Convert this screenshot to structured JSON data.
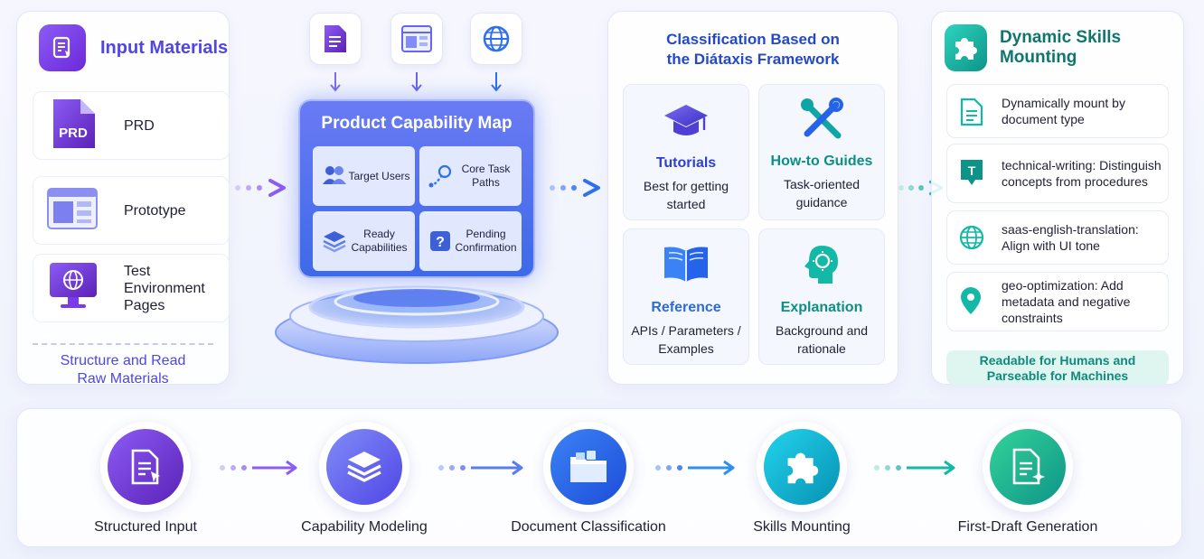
{
  "input_materials": {
    "title": "Input Materials",
    "items": [
      {
        "label": "PRD",
        "icon": "prd-doc-icon",
        "badge": "PRD"
      },
      {
        "label": "Prototype",
        "icon": "prototype-wireframe-icon"
      },
      {
        "label": "Test Environment Pages",
        "icon": "globe-monitor-icon"
      }
    ],
    "footer": "Structure and Read Raw Materials"
  },
  "capability_map": {
    "title": "Product Capability Map",
    "top_icons": [
      "document-icon",
      "browser-window-icon",
      "globe-icon"
    ],
    "cells": [
      {
        "label": "Target Users",
        "icon": "users-icon"
      },
      {
        "label": "Core Task Paths",
        "icon": "path-icon"
      },
      {
        "label": "Ready Capabilities",
        "icon": "layers-icon"
      },
      {
        "label": "Pending Confirmation",
        "icon": "question-icon"
      }
    ]
  },
  "classification": {
    "title": "Classification Based on the Diátaxis Framework",
    "quadrants": [
      {
        "title": "Tutorials",
        "desc": "Best for getting started",
        "color": "#2d3fd0",
        "icon": "graduation-cap-icon"
      },
      {
        "title": "How-to Guides",
        "desc": "Task-oriented guidance",
        "color": "#0d8f83",
        "icon": "tools-icon"
      },
      {
        "title": "Reference",
        "desc": "APIs / Parameters / Examples",
        "color": "#2d6bd6",
        "icon": "book-icon"
      },
      {
        "title": "Explanation",
        "desc": "Background and rationale",
        "color": "#0d8f83",
        "icon": "head-lightbulb-icon"
      }
    ]
  },
  "skills": {
    "title": "Dynamic Skills Mounting",
    "items": [
      {
        "label": "Dynamically mount by document type",
        "icon": "document-icon"
      },
      {
        "label": "technical-writing: Distinguish concepts from procedures",
        "icon": "t-badge-icon",
        "badge": "T"
      },
      {
        "label": "saas-english-translation: Align with UI tone",
        "icon": "globe-icon"
      },
      {
        "label": "geo-optimization: Add metadata and negative constraints",
        "icon": "location-pin-icon"
      }
    ],
    "footer": "Readable for Humans and Parseable for Machines"
  },
  "pipeline": {
    "steps": [
      {
        "label": "Structured Input",
        "icon": "structured-input-icon"
      },
      {
        "label": "Capability Modeling",
        "icon": "layers-icon"
      },
      {
        "label": "Document Classification",
        "icon": "folder-icon"
      },
      {
        "label": "Skills Mounting",
        "icon": "puzzle-icon"
      },
      {
        "label": "First-Draft Generation",
        "icon": "sparkle-document-icon"
      }
    ]
  },
  "colors": {
    "purple": "#6d28d9",
    "indigo": "#4f46e5",
    "blue": "#2f6ff0",
    "teal": "#14b8a6"
  }
}
